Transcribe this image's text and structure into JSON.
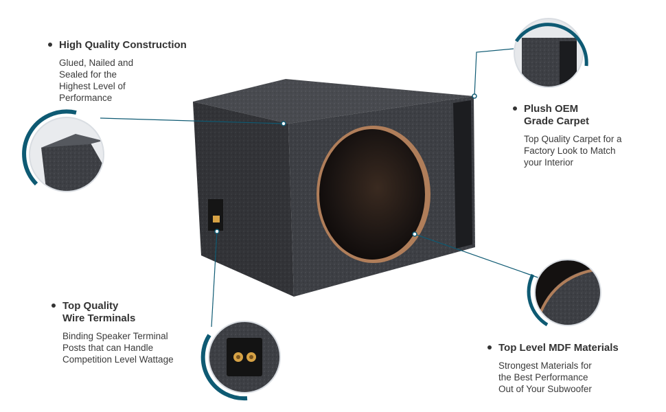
{
  "callouts": {
    "construction": {
      "title": "High Quality Construction",
      "desc": [
        "Glued, Nailed and",
        "Sealed for the",
        "Highest Level of",
        "Performance"
      ]
    },
    "carpet": {
      "title_lines": [
        "Plush OEM",
        "Grade Carpet"
      ],
      "desc": [
        "Top Quality Carpet for a",
        "Factory Look to Match",
        "your Interior"
      ]
    },
    "terminals": {
      "title_lines": [
        "Top Quality",
        "Wire Terminals"
      ],
      "desc": [
        "Binding Speaker Terminal",
        "Posts that can Handle",
        "Competition Level Wattage"
      ]
    },
    "mdf": {
      "title": "Top Level MDF Materials",
      "desc": [
        "Strongest Materials for",
        "the Best Performance",
        "Out of  Your Subwoofer"
      ]
    }
  },
  "colors": {
    "accent": "#0e5a73",
    "carpet": "#3c3e42",
    "mdf": "#b07e5a"
  },
  "icons": {
    "bullet": "bullet-dot-icon"
  }
}
